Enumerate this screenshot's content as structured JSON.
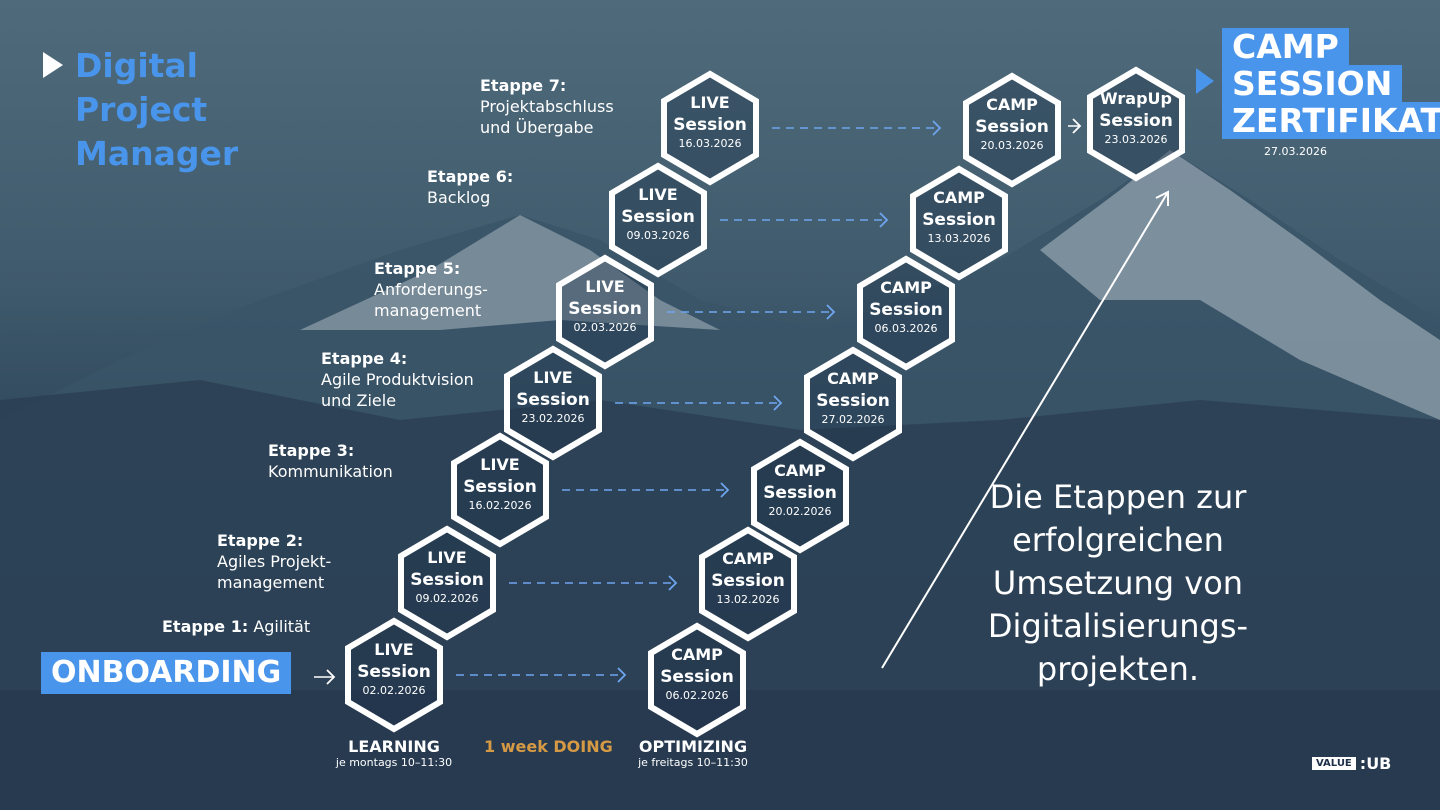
{
  "title": [
    "Digital",
    "Project",
    "Manager"
  ],
  "onboarding": "ONBOARDING",
  "etappen": [
    {
      "label": "Etappe 1:",
      "text": "Agilität"
    },
    {
      "label": "Etappe 2:",
      "text": "Agiles Projekt-",
      "text2": "management"
    },
    {
      "label": "Etappe 3:",
      "text": "Kommunikation"
    },
    {
      "label": "Etappe 4:",
      "text": "Agile Produktvision",
      "text2": "und Ziele"
    },
    {
      "label": "Etappe 5:",
      "text": "Anforderungs-",
      "text2": "management"
    },
    {
      "label": "Etappe 6:",
      "text": "Backlog"
    },
    {
      "label": "Etappe 7:",
      "text": "Projektabschluss",
      "text2": "und Übergabe"
    }
  ],
  "live_sessions": [
    {
      "l1": "LIVE",
      "l2": "Session",
      "date": "02.02.2026"
    },
    {
      "l1": "LIVE",
      "l2": "Session",
      "date": "09.02.2026"
    },
    {
      "l1": "LIVE",
      "l2": "Session",
      "date": "16.02.2026"
    },
    {
      "l1": "LIVE",
      "l2": "Session",
      "date": "23.02.2026"
    },
    {
      "l1": "LIVE",
      "l2": "Session",
      "date": "02.03.2026"
    },
    {
      "l1": "LIVE",
      "l2": "Session",
      "date": "09.03.2026"
    },
    {
      "l1": "LIVE",
      "l2": "Session",
      "date": "16.03.2026"
    }
  ],
  "camp_sessions": [
    {
      "l1": "CAMP",
      "l2": "Session",
      "date": "06.02.2026"
    },
    {
      "l1": "CAMP",
      "l2": "Session",
      "date": "13.02.2026"
    },
    {
      "l1": "CAMP",
      "l2": "Session",
      "date": "20.02.2026"
    },
    {
      "l1": "CAMP",
      "l2": "Session",
      "date": "27.02.2026"
    },
    {
      "l1": "CAMP",
      "l2": "Session",
      "date": "06.03.2026"
    },
    {
      "l1": "CAMP",
      "l2": "Session",
      "date": "13.03.2026"
    },
    {
      "l1": "CAMP",
      "l2": "Session",
      "date": "20.03.2026"
    }
  ],
  "wrapup": {
    "l1": "WrapUp",
    "l2": "Session",
    "date": "23.03.2026"
  },
  "certificate": {
    "lines": [
      "CAMP",
      "SESSION",
      "ZERTIFIKAT"
    ],
    "date": "27.03.2026"
  },
  "footer": {
    "learning": "LEARNING",
    "learning_sub": "je montags 10–11:30",
    "doing": "1 week DOING",
    "optimizing": "OPTIMIZING",
    "optimizing_sub": "je freitags 10–11:30"
  },
  "tagline": [
    "Die Etappen zur",
    "erfolgreichen",
    "Umsetzung von",
    "Digitalisierungs-",
    "projekten."
  ],
  "logo": {
    "left": "VALUE",
    "right": "UB"
  },
  "colors": {
    "accent": "#4a95ec",
    "doing": "#d69a45",
    "arrow": "#6fa6f0"
  }
}
